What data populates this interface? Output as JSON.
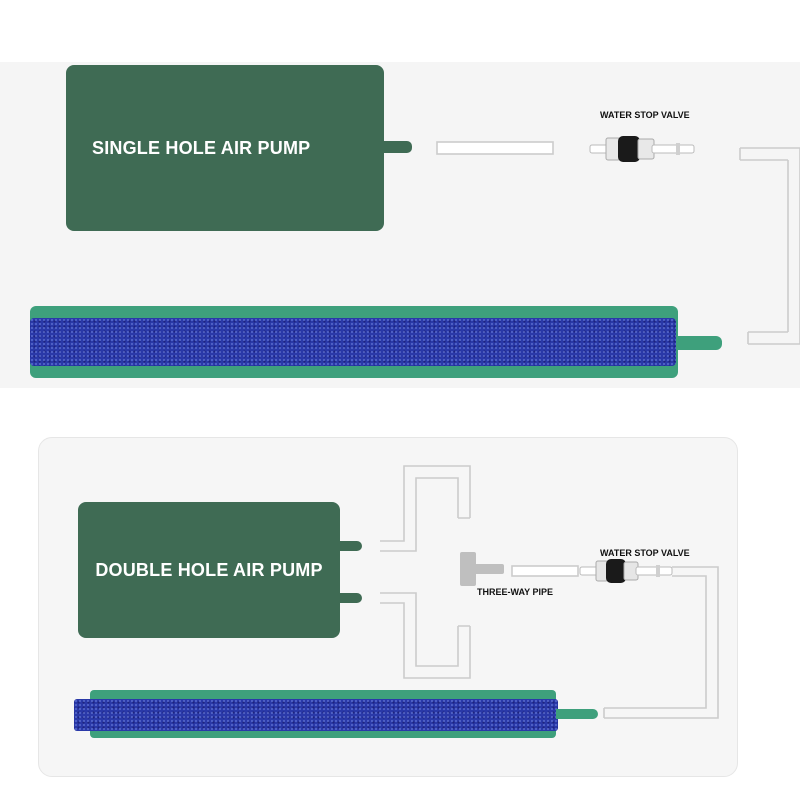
{
  "top_section": {
    "pump_label": "SINGLE HOLE AIR PUMP",
    "valve_label": "WATER STOP VALVE"
  },
  "bottom_section": {
    "pump_label": "DOUBLE HOLE AIR PUMP",
    "valve_label": "WATER STOP VALVE",
    "tee_label": "THREE-WAY PIPE"
  },
  "colors": {
    "pump_green": "#3f6b54",
    "stone_blue": "#2a39a8",
    "stone_frame_green": "#3ea07c",
    "tube_outline": "#cfcfcf",
    "valve_black": "#1a1a1a"
  }
}
